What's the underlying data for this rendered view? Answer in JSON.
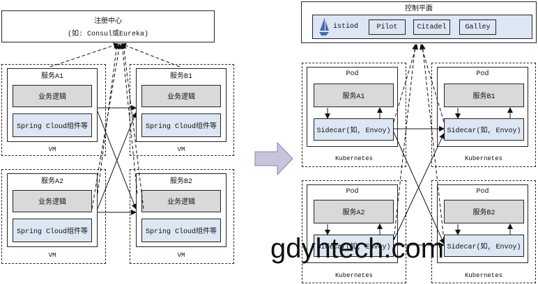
{
  "left": {
    "registry": {
      "title": "注册中心",
      "subtitle": "(如: Consul或Eureka)"
    },
    "vms": [
      {
        "service": "服务A1",
        "logic": "业务逻辑",
        "framework": "Spring Cloud组件等",
        "label": "VM"
      },
      {
        "service": "服务B1",
        "logic": "业务逻辑",
        "framework": "Spring Cloud组件等",
        "label": "VM"
      },
      {
        "service": "服务A2",
        "logic": "业务逻辑",
        "framework": "Spring Cloud组件等",
        "label": "VM"
      },
      {
        "service": "服务B2",
        "logic": "业务逻辑",
        "framework": "Spring Cloud组件等",
        "label": "VM"
      }
    ]
  },
  "right": {
    "control_plane": {
      "title": "控制平面",
      "istiod": "istiod",
      "components": [
        "Pilot",
        "Citadel",
        "Galley"
      ]
    },
    "pods": [
      {
        "pod": "Pod",
        "service": "服务A1",
        "sidecar": "Sidecar(如, Envoy)",
        "label": "Kubernetes"
      },
      {
        "pod": "Pod",
        "service": "服务B1",
        "sidecar": "Sidecar(如, Envoy)",
        "label": "Kubernetes"
      },
      {
        "pod": "Pod",
        "service": "服务A2",
        "sidecar": "Sidecar(如, Envoy)",
        "label": "Kubernetes"
      },
      {
        "pod": "Pod",
        "service": "服务B2",
        "sidecar": "Sidecar(如, Envoy)",
        "label": "Kubernetes"
      }
    ]
  },
  "watermark": "gdyhtech.com",
  "colors": {
    "arrow_fill": "#c9c3dc",
    "gray_box": "#d9d9d9",
    "blue_box": "#dde6f3",
    "istio_blue": "#466bb0"
  }
}
